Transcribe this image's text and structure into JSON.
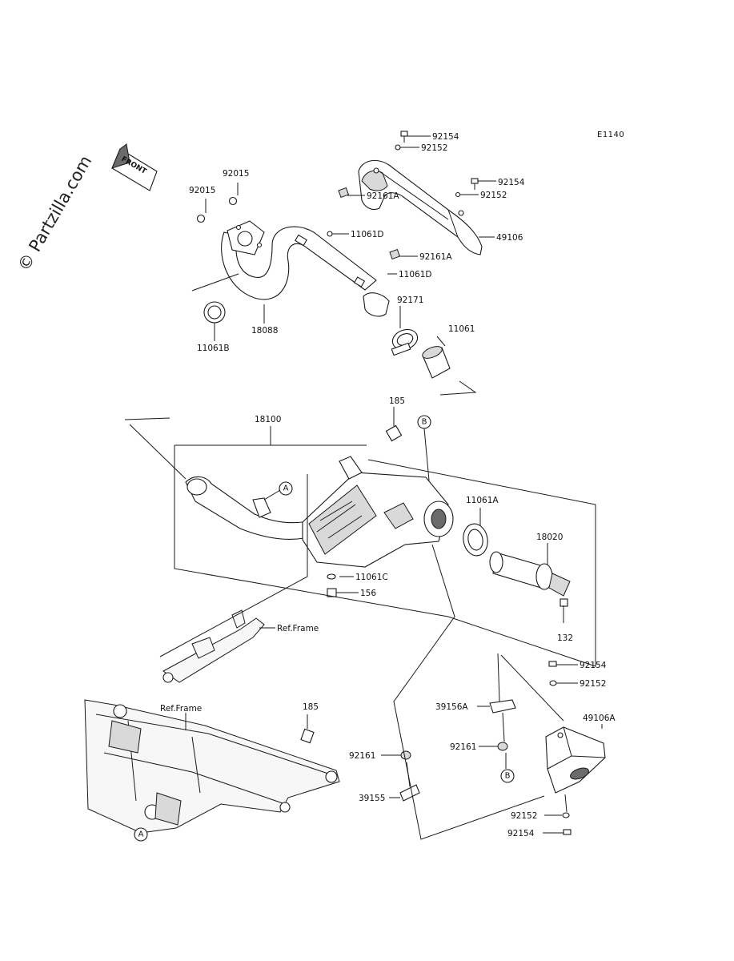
{
  "diagram_code": "E1140",
  "watermark": "© Partzilla.com",
  "front_label": "FRONT",
  "callout_letters": {
    "a": "A",
    "b": "B"
  },
  "parts": {
    "p92154_top": "92154",
    "p92152_top": "92152",
    "p92154_right": "92154",
    "p92152_right": "92152",
    "p92161A_1": "92161A",
    "p11061D_1": "11061D",
    "p49106": "49106",
    "p92161A_2": "92161A",
    "p11061D_2": "11061D",
    "p92015_a": "92015",
    "p92015_b": "92015",
    "p18088": "18088",
    "p11061B": "11061B",
    "p92171": "92171",
    "p11061": "11061",
    "p185_top": "185",
    "p18100": "18100",
    "p11061A": "11061A",
    "p18020": "18020",
    "p11061C": "11061C",
    "p156": "156",
    "p132": "132",
    "ref_frame_1": "Ref.Frame",
    "ref_frame_2": "Ref.Frame",
    "p185_bottom": "185",
    "p92154_br": "92154",
    "p92152_br": "92152",
    "p39156A": "39156A",
    "p49106A": "49106A",
    "p92161_mid": "92161",
    "p92161_left": "92161",
    "p39155": "39155",
    "p92152_bottom": "92152",
    "p92154_bottom": "92154"
  }
}
